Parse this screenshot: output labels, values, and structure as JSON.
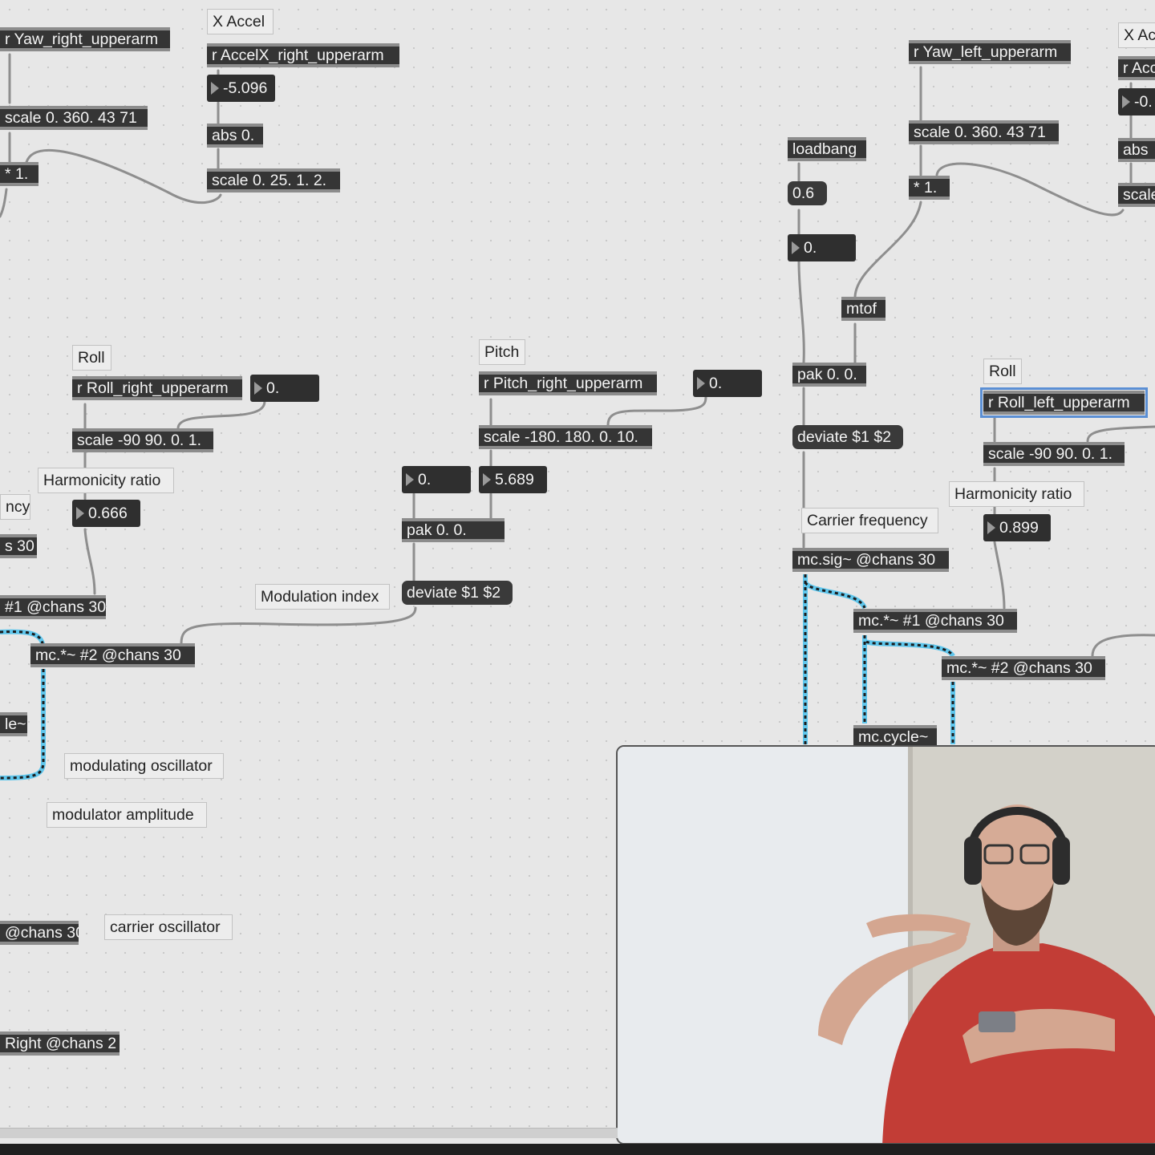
{
  "patch": {
    "objects": {
      "r_yaw_right": "r Yaw_right_upperarm",
      "scale_yaw_right": "scale 0. 360. 43 71",
      "mul_right": "* 1.",
      "r_accelx_right": "r AccelX_right_upperarm",
      "abs_right": "abs 0.",
      "scale_accel_right": "scale 0. 25. 1. 2.",
      "r_roll_right": "r Roll_right_upperarm",
      "scale_roll_right": "scale -90 90. 0. 1.",
      "r_pitch_right": "r Pitch_right_upperarm",
      "scale_pitch_right": "scale -180. 180. 0. 10.",
      "pak_right": "pak 0. 0.",
      "deviate_right": "deviate $1 $2",
      "mc_mul1_right": "#1 @chans 30",
      "mc_mul2_right": "mc.*~ #2 @chans 30",
      "left_s30": "s 30",
      "left_le": "le~",
      "left_chans30": "@chans 30",
      "left_right_chans2": "Right @chans 2",
      "r_yaw_left": "r Yaw_left_upperarm",
      "scale_yaw_left": "scale 0. 360. 43 71",
      "mul_left": "* 1.",
      "loadbang": "loadbang",
      "mtof": "mtof",
      "pak_left": "pak 0. 0.",
      "deviate_left": "deviate $1 $2",
      "r_roll_left": "r Roll_left_upperarm",
      "scale_roll_left": "scale -90 90. 0. 1.",
      "mc_sig_left": "mc.sig~ @chans 30",
      "mc_mul1_left": "mc.*~ #1 @chans 30",
      "mc_mul2_left": "mc.*~ #2 @chans 30",
      "mc_cycle_left": "mc.cycle~",
      "r_acc_edge": "r Acc",
      "abs_edge": "abs",
      "scale_edge": "scale"
    },
    "messages": {
      "msg_06": "0.6"
    },
    "numbers": {
      "accel_value": "-5.096",
      "roll_right_in": "0.",
      "harm_right_value": "0.666",
      "pitch_right_in": "0.",
      "pak_right_in1": "0.",
      "pitch_value": "5.689",
      "left_num": "0.",
      "harm_left_value": "0.899",
      "edge_num": "-0."
    },
    "comments": {
      "x_accel": "X Accel",
      "roll_right": "Roll",
      "pitch": "Pitch",
      "harmonicity_right": "Harmonicity ratio",
      "ncy": "ncy",
      "modulation_index": "Modulation index",
      "modulating_osc": "modulating oscillator",
      "modulator_amp": "modulator amplitude",
      "carrier_osc": "carrier oscillator",
      "roll_left": "Roll",
      "harmonicity_left": "Harmonicity ratio",
      "carrier_freq": "Carrier frequency",
      "x_acc_edge": "X Ac"
    }
  },
  "colors": {
    "object_bg": "#353535",
    "patch_bg": "#e7e7e7",
    "signal_cord": "#56c2ea",
    "selection": "#5b8fd4"
  }
}
